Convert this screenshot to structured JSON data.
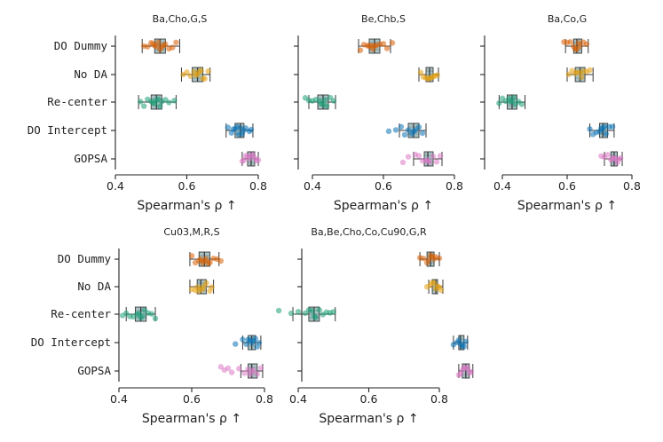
{
  "chart_data": [
    {
      "type": "box-strip",
      "title": "Ba,Cho,G,S",
      "xlabel": "Spearman's ρ ↑",
      "xlim": [
        0.4,
        0.8
      ],
      "xticks": [
        0.4,
        0.6,
        0.8
      ],
      "show_row_labels": true,
      "categories": [
        "DO Dummy",
        "No DA",
        "Re-center",
        "DO Intercept",
        "GOPSA"
      ],
      "series": [
        {
          "color": "#d95f02",
          "q1": 0.51,
          "median": 0.525,
          "q3": 0.54,
          "whisker": [
            0.475,
            0.58
          ],
          "points": [
            0.48,
            0.49,
            0.5,
            0.505,
            0.51,
            0.515,
            0.52,
            0.525,
            0.53,
            0.535,
            0.54,
            0.55,
            0.56,
            0.57
          ]
        },
        {
          "color": "#e6a00f",
          "q1": 0.615,
          "median": 0.63,
          "q3": 0.645,
          "whisker": [
            0.585,
            0.665
          ],
          "points": [
            0.59,
            0.6,
            0.61,
            0.62,
            0.625,
            0.63,
            0.635,
            0.64,
            0.645,
            0.65,
            0.66
          ]
        },
        {
          "color": "#1b9e77",
          "q1": 0.5,
          "median": 0.515,
          "q3": 0.53,
          "whisker": [
            0.465,
            0.57
          ],
          "points": [
            0.47,
            0.48,
            0.49,
            0.5,
            0.505,
            0.51,
            0.515,
            0.52,
            0.525,
            0.53,
            0.54,
            0.55,
            0.565
          ]
        },
        {
          "color": "#0a72b6",
          "q1": 0.735,
          "median": 0.75,
          "q3": 0.76,
          "whisker": [
            0.71,
            0.785
          ],
          "points": [
            0.715,
            0.725,
            0.73,
            0.735,
            0.74,
            0.745,
            0.75,
            0.755,
            0.76,
            0.765,
            0.775,
            0.78
          ]
        },
        {
          "color": "#da79c4",
          "q1": 0.77,
          "median": 0.78,
          "q3": 0.79,
          "whisker": [
            0.755,
            0.8
          ],
          "points": [
            0.755,
            0.76,
            0.765,
            0.77,
            0.775,
            0.78,
            0.785,
            0.79,
            0.795,
            0.8
          ]
        }
      ]
    },
    {
      "type": "box-strip",
      "title": "Be,Chb,S",
      "xlabel": "Spearman's ρ ↑",
      "xlim": [
        0.4,
        0.8
      ],
      "xticks": [
        0.4,
        0.6,
        0.8
      ],
      "show_row_labels": false,
      "categories": [
        "DO Dummy",
        "No DA",
        "Re-center",
        "DO Intercept",
        "GOPSA"
      ],
      "series": [
        {
          "color": "#d95f02",
          "q1": 0.56,
          "median": 0.575,
          "q3": 0.59,
          "whisker": [
            0.53,
            0.62
          ],
          "points": [
            0.535,
            0.545,
            0.555,
            0.56,
            0.565,
            0.57,
            0.575,
            0.58,
            0.59,
            0.6,
            0.61,
            0.625
          ]
        },
        {
          "color": "#e6a00f",
          "q1": 0.72,
          "median": 0.73,
          "q3": 0.74,
          "whisker": [
            0.7,
            0.755
          ],
          "points": [
            0.705,
            0.712,
            0.72,
            0.725,
            0.73,
            0.735,
            0.74,
            0.745,
            0.752
          ]
        },
        {
          "color": "#1b9e77",
          "q1": 0.415,
          "median": 0.43,
          "q3": 0.445,
          "whisker": [
            0.39,
            0.465
          ],
          "points": [
            0.38,
            0.39,
            0.4,
            0.41,
            0.42,
            0.425,
            0.43,
            0.435,
            0.44,
            0.45,
            0.46
          ]
        },
        {
          "color": "#0a72b6",
          "q1": 0.67,
          "median": 0.685,
          "q3": 0.7,
          "whisker": [
            0.645,
            0.72
          ],
          "points": [
            0.615,
            0.635,
            0.65,
            0.66,
            0.67,
            0.68,
            0.685,
            0.69,
            0.7,
            0.71
          ]
        },
        {
          "color": "#da79c4",
          "q1": 0.715,
          "median": 0.725,
          "q3": 0.74,
          "whisker": [
            0.685,
            0.765
          ],
          "points": [
            0.655,
            0.67,
            0.69,
            0.7,
            0.71,
            0.72,
            0.725,
            0.73,
            0.74,
            0.75,
            0.76
          ]
        }
      ]
    },
    {
      "type": "box-strip",
      "title": "Ba,Co,G",
      "xlabel": "Spearman's ρ ↑",
      "xlim": [
        0.4,
        0.8
      ],
      "xticks": [
        0.4,
        0.6,
        0.8
      ],
      "show_row_labels": false,
      "categories": [
        "DO Dummy",
        "No DA",
        "Re-center",
        "DO Intercept",
        "GOPSA"
      ],
      "series": [
        {
          "color": "#d95f02",
          "q1": 0.62,
          "median": 0.63,
          "q3": 0.645,
          "whisker": [
            0.595,
            0.665
          ],
          "points": [
            0.59,
            0.6,
            0.61,
            0.62,
            0.625,
            0.63,
            0.635,
            0.64,
            0.65,
            0.66
          ]
        },
        {
          "color": "#e6a00f",
          "q1": 0.625,
          "median": 0.64,
          "q3": 0.655,
          "whisker": [
            0.6,
            0.68
          ],
          "points": [
            0.605,
            0.615,
            0.625,
            0.63,
            0.64,
            0.645,
            0.65,
            0.66,
            0.67
          ]
        },
        {
          "color": "#1b9e77",
          "q1": 0.415,
          "median": 0.43,
          "q3": 0.445,
          "whisker": [
            0.39,
            0.47
          ],
          "points": [
            0.39,
            0.4,
            0.41,
            0.42,
            0.425,
            0.43,
            0.435,
            0.44,
            0.45,
            0.46
          ]
        },
        {
          "color": "#0a72b6",
          "q1": 0.7,
          "median": 0.71,
          "q3": 0.725,
          "whisker": [
            0.67,
            0.745
          ],
          "points": [
            0.67,
            0.68,
            0.69,
            0.7,
            0.705,
            0.71,
            0.715,
            0.72,
            0.73,
            0.74
          ]
        },
        {
          "color": "#da79c4",
          "q1": 0.735,
          "median": 0.745,
          "q3": 0.755,
          "whisker": [
            0.715,
            0.77
          ],
          "points": [
            0.705,
            0.715,
            0.725,
            0.735,
            0.74,
            0.745,
            0.75,
            0.755,
            0.76,
            0.765
          ]
        }
      ]
    },
    {
      "type": "box-strip",
      "title": "Cu03,M,R,S",
      "xlabel": "Spearman's ρ ↑",
      "xlim": [
        0.4,
        0.8
      ],
      "xticks": [
        0.4,
        0.6,
        0.8
      ],
      "show_row_labels": true,
      "categories": [
        "DO Dummy",
        "No DA",
        "Re-center",
        "DO Intercept",
        "GOPSA"
      ],
      "series": [
        {
          "color": "#d95f02",
          "q1": 0.62,
          "median": 0.635,
          "q3": 0.65,
          "whisker": [
            0.595,
            0.675
          ],
          "points": [
            0.6,
            0.61,
            0.62,
            0.625,
            0.63,
            0.635,
            0.64,
            0.645,
            0.65,
            0.66,
            0.67,
            0.68
          ]
        },
        {
          "color": "#e6a00f",
          "q1": 0.615,
          "median": 0.625,
          "q3": 0.64,
          "whisker": [
            0.595,
            0.66
          ],
          "points": [
            0.6,
            0.61,
            0.615,
            0.62,
            0.625,
            0.63,
            0.635,
            0.64,
            0.65,
            0.655
          ]
        },
        {
          "color": "#1b9e77",
          "q1": 0.445,
          "median": 0.46,
          "q3": 0.475,
          "whisker": [
            0.42,
            0.5
          ],
          "points": [
            0.41,
            0.42,
            0.43,
            0.44,
            0.45,
            0.455,
            0.46,
            0.465,
            0.47,
            0.48,
            0.49,
            0.5
          ]
        },
        {
          "color": "#0a72b6",
          "q1": 0.755,
          "median": 0.765,
          "q3": 0.775,
          "whisker": [
            0.74,
            0.79
          ],
          "points": [
            0.72,
            0.74,
            0.75,
            0.755,
            0.76,
            0.765,
            0.77,
            0.775,
            0.78,
            0.785
          ]
        },
        {
          "color": "#da79c4",
          "q1": 0.755,
          "median": 0.765,
          "q3": 0.78,
          "whisker": [
            0.735,
            0.795
          ],
          "points": [
            0.68,
            0.69,
            0.7,
            0.71,
            0.73,
            0.745,
            0.755,
            0.76,
            0.765,
            0.77,
            0.78,
            0.79
          ]
        }
      ]
    },
    {
      "type": "box-strip",
      "title": "Ba,Be,Cho,Co,Cu90,G,R",
      "xlabel": "Spearman's ρ ↑",
      "xlim": [
        0.4,
        0.8
      ],
      "xticks": [
        0.4,
        0.6,
        0.8
      ],
      "show_row_labels": false,
      "categories": [
        "DO Dummy",
        "No DA",
        "Re-center",
        "DO Intercept",
        "GOPSA"
      ],
      "series": [
        {
          "color": "#d95f02",
          "q1": 0.765,
          "median": 0.775,
          "q3": 0.785,
          "whisker": [
            0.745,
            0.8
          ],
          "points": [
            0.745,
            0.755,
            0.765,
            0.77,
            0.775,
            0.78,
            0.785,
            0.79,
            0.8
          ]
        },
        {
          "color": "#e6a00f",
          "q1": 0.78,
          "median": 0.79,
          "q3": 0.795,
          "whisker": [
            0.77,
            0.81
          ],
          "points": [
            0.765,
            0.775,
            0.78,
            0.785,
            0.79,
            0.795,
            0.8,
            0.805
          ]
        },
        {
          "color": "#1b9e77",
          "q1": 0.43,
          "median": 0.445,
          "q3": 0.46,
          "whisker": [
            0.385,
            0.505
          ],
          "points": [
            0.345,
            0.38,
            0.4,
            0.42,
            0.43,
            0.44,
            0.445,
            0.45,
            0.46,
            0.47,
            0.48,
            0.49,
            0.5
          ]
        },
        {
          "color": "#0a72b6",
          "q1": 0.855,
          "median": 0.86,
          "q3": 0.87,
          "whisker": [
            0.84,
            0.88
          ],
          "points": [
            0.84,
            0.85,
            0.855,
            0.86,
            0.865,
            0.87,
            0.875
          ]
        },
        {
          "color": "#da79c4",
          "q1": 0.865,
          "median": 0.875,
          "q3": 0.885,
          "whisker": [
            0.855,
            0.895
          ],
          "points": [
            0.855,
            0.86,
            0.865,
            0.87,
            0.875,
            0.88,
            0.885,
            0.89
          ]
        }
      ]
    }
  ]
}
